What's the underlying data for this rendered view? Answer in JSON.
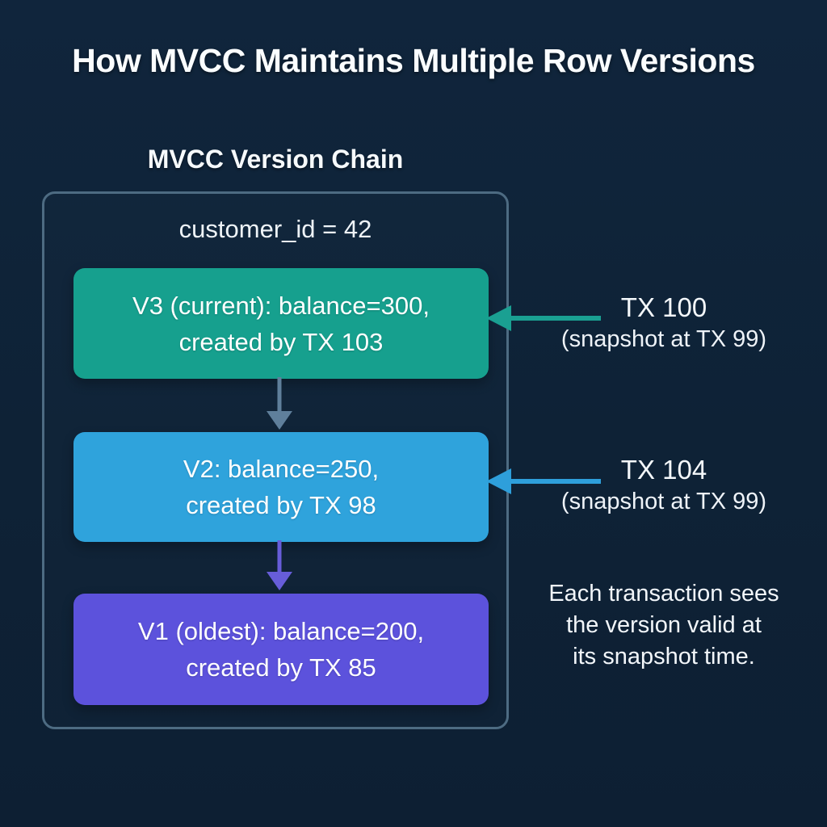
{
  "title": "How MVCC Maintains Multiple Row Versions",
  "diagram": {
    "heading": "MVCC Version Chain",
    "row_key": "customer_id = 42",
    "versions": [
      {
        "id": "V3",
        "line1": "V3 (current): balance=300,",
        "line2": "created by TX 103",
        "color": "#16a08e"
      },
      {
        "id": "V2",
        "line1": "V2: balance=250,",
        "line2": "created by TX 98",
        "color": "#2fa3dc"
      },
      {
        "id": "V1",
        "line1": "V1 (oldest): balance=200,",
        "line2": "created by TX 85",
        "color": "#5c52dc"
      }
    ]
  },
  "transactions": [
    {
      "name": "TX 100",
      "snapshot": "(snapshot at TX 99)",
      "arrow_color": "#1aa092"
    },
    {
      "name": "TX 104",
      "snapshot": "(snapshot at TX 99)",
      "arrow_color": "#2e9fdb"
    }
  ],
  "note": "Each transaction sees\nthe version valid at\nits snapshot time.",
  "colors": {
    "background": "#0e2236",
    "container_border": "#4d6b82",
    "chain_arrow_top": "#5f7f9b",
    "chain_arrow_bottom": "#675dd9",
    "text": "#f2f6f9"
  }
}
